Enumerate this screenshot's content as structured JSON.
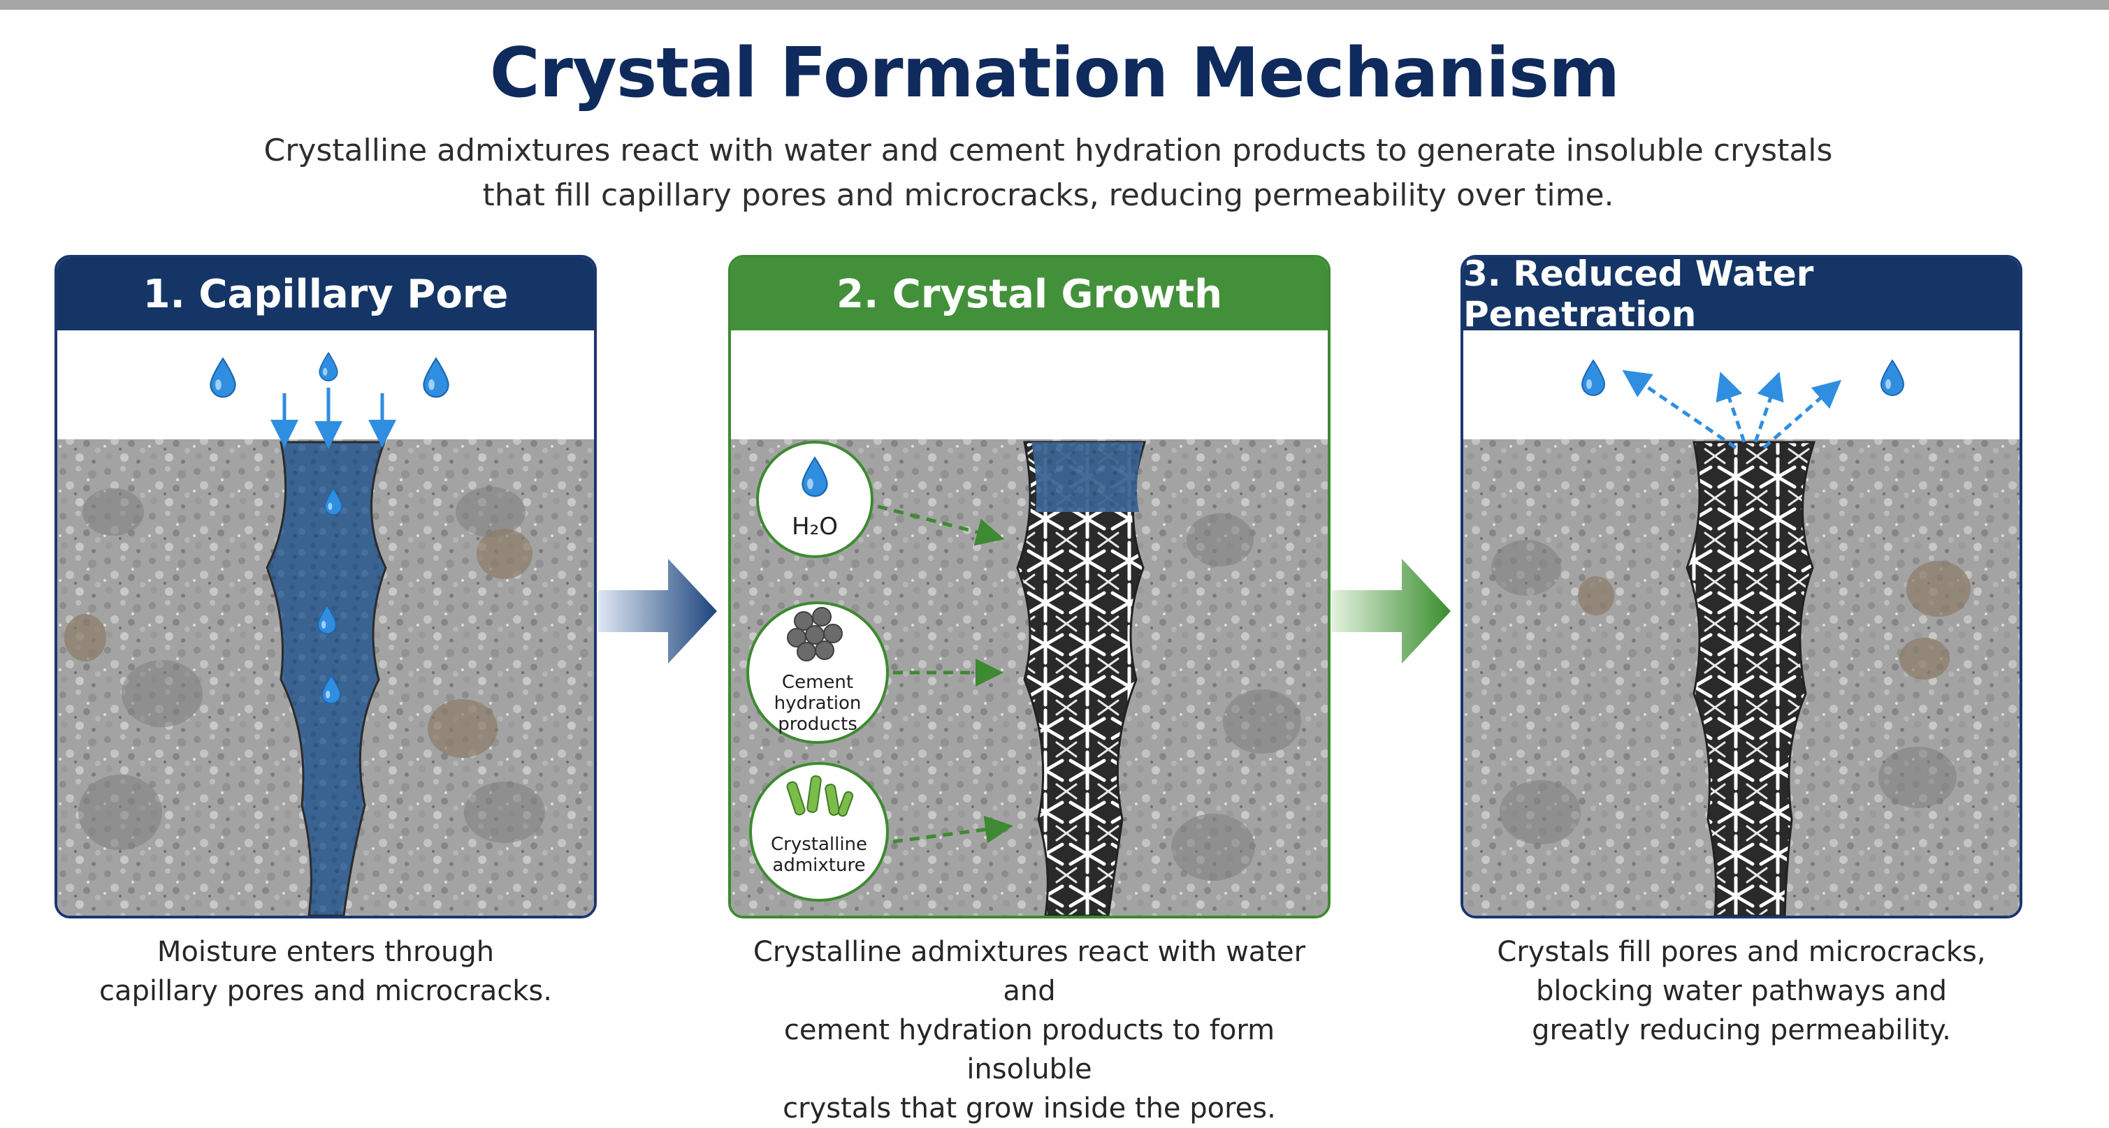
{
  "header": {
    "title": "Crystal Formation Mechanism",
    "subtitle_line1": "Crystalline admixtures react with water and cement hydration products to generate insoluble crystals",
    "subtitle_line2": "that fill capillary pores and microcracks, reducing permeability over time."
  },
  "panels": [
    {
      "title": "1. Capillary Pore",
      "caption_line1": "Moisture enters through",
      "caption_line2": "capillary pores and microcracks."
    },
    {
      "title": "2. Crystal Growth",
      "caption_line1": "Crystalline admixtures react with water and",
      "caption_line2": "cement hydration products to form insoluble",
      "caption_line3": "crystals that grow inside the pores.",
      "inputs": [
        {
          "label": "H₂O",
          "icon": "water-drop-icon"
        },
        {
          "label_line1": "Cement",
          "label_line2": "hydration",
          "label_line3": "products",
          "icon": "particle-cluster-icon"
        },
        {
          "label_line1": "Crystalline",
          "label_line2": "admixture",
          "icon": "crystal-rods-icon"
        }
      ]
    },
    {
      "title": "3. Reduced Water Penetration",
      "caption_line1": "Crystals fill pores and microcracks,",
      "caption_line2": "blocking water pathways and",
      "caption_line3": "greatly reducing permeability."
    }
  ],
  "colors": {
    "navy": "#143566",
    "green": "#43903a",
    "water": "#2f8ee0",
    "pore_water": "#3a5f8a",
    "concrete": "#9a9a9a",
    "crystal": "#ffffff"
  }
}
